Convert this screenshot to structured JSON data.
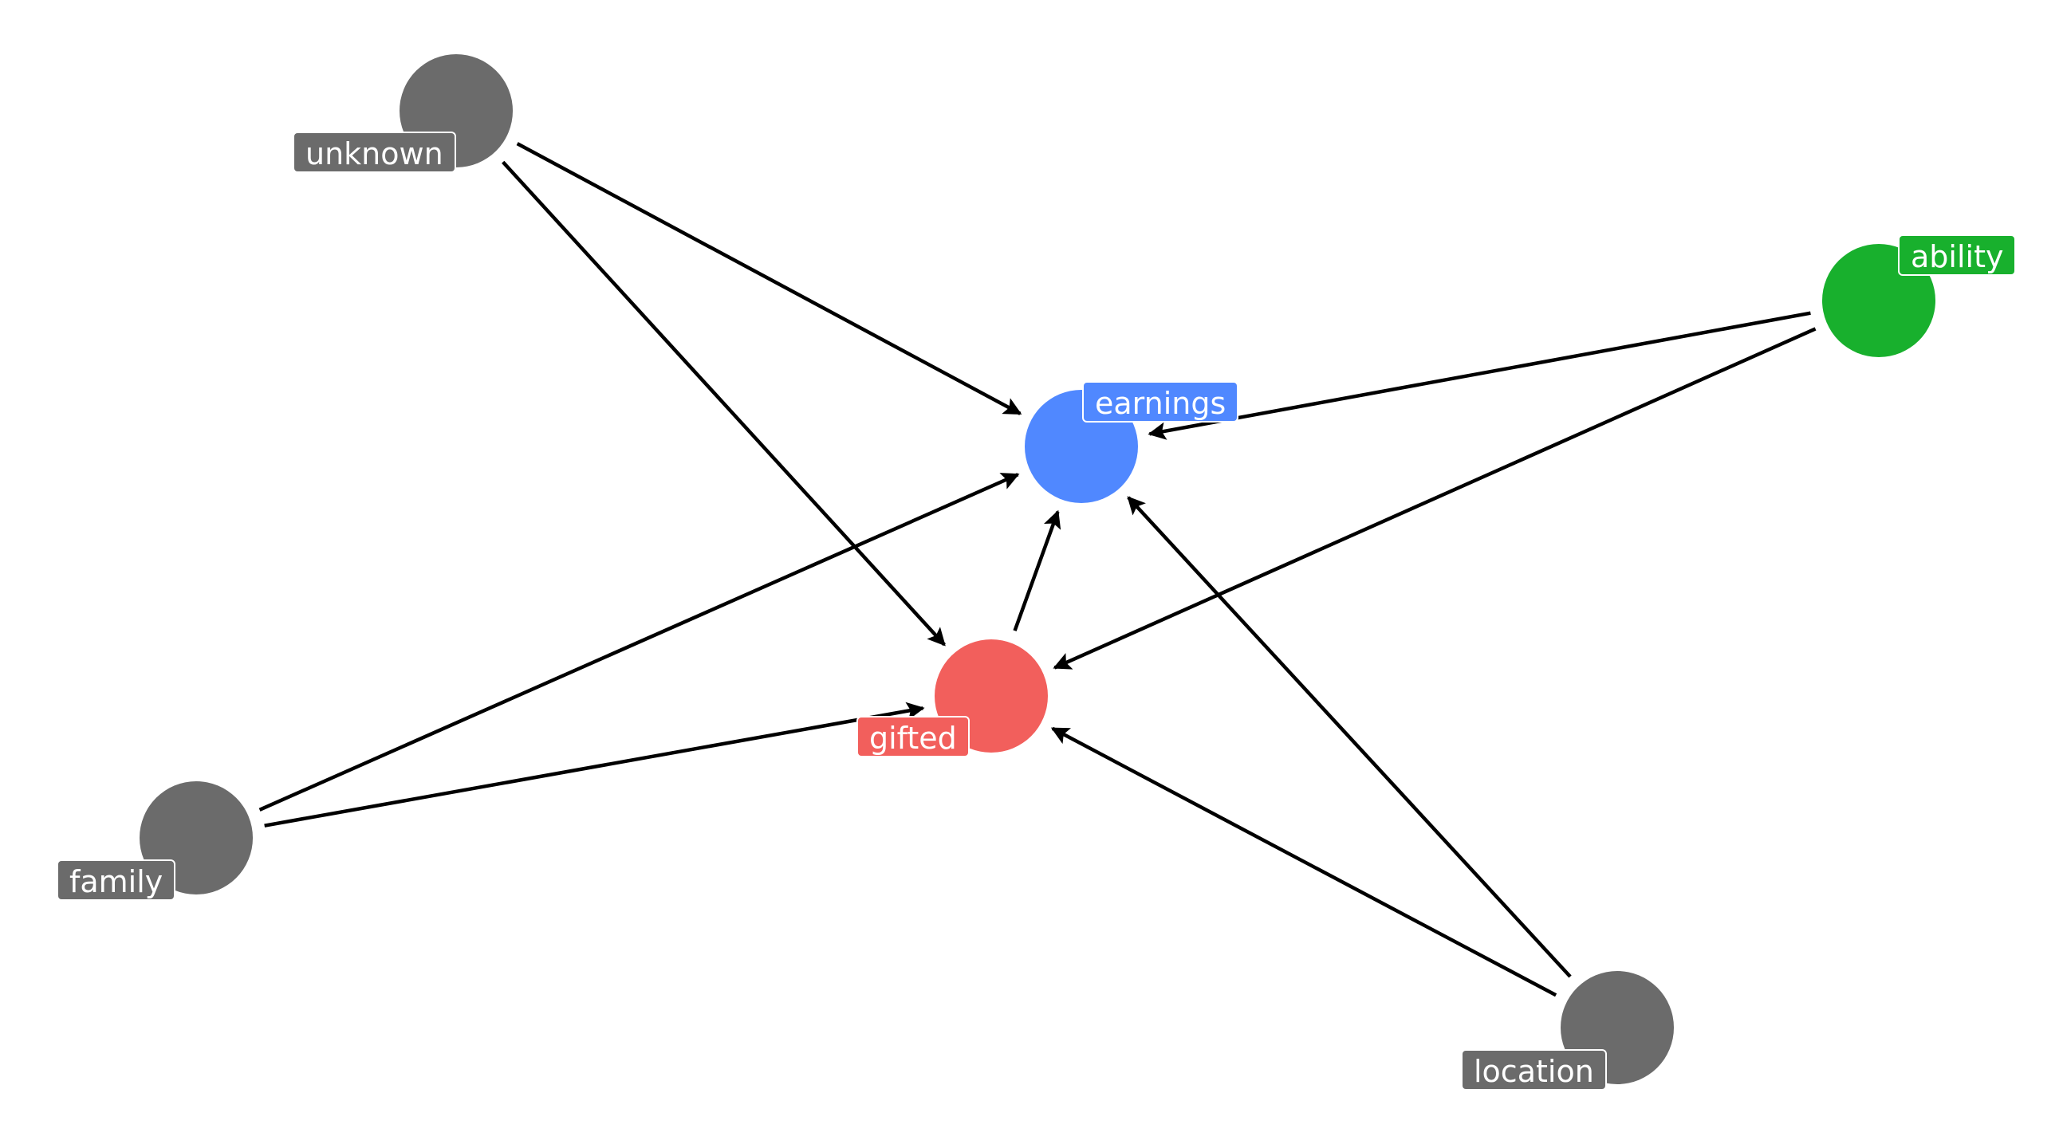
{
  "nodes": [
    {
      "id": "unknown",
      "label": "unknown",
      "color": "#6b6b6b"
    },
    {
      "id": "ability",
      "label": "ability",
      "color": "#18b02d"
    },
    {
      "id": "earnings",
      "label": "earnings",
      "color": "#5088ff"
    },
    {
      "id": "gifted",
      "label": "gifted",
      "color": "#f25f5c"
    },
    {
      "id": "family",
      "label": "family",
      "color": "#6b6b6b"
    },
    {
      "id": "location",
      "label": "location",
      "color": "#6b6b6b"
    }
  ],
  "edges": [
    {
      "from": "unknown",
      "to": "earnings"
    },
    {
      "from": "unknown",
      "to": "gifted"
    },
    {
      "from": "ability",
      "to": "earnings"
    },
    {
      "from": "ability",
      "to": "gifted"
    },
    {
      "from": "family",
      "to": "earnings"
    },
    {
      "from": "family",
      "to": "gifted"
    },
    {
      "from": "gifted",
      "to": "earnings"
    },
    {
      "from": "location",
      "to": "gifted"
    },
    {
      "from": "location",
      "to": "earnings"
    }
  ],
  "edge_color": "#000000"
}
